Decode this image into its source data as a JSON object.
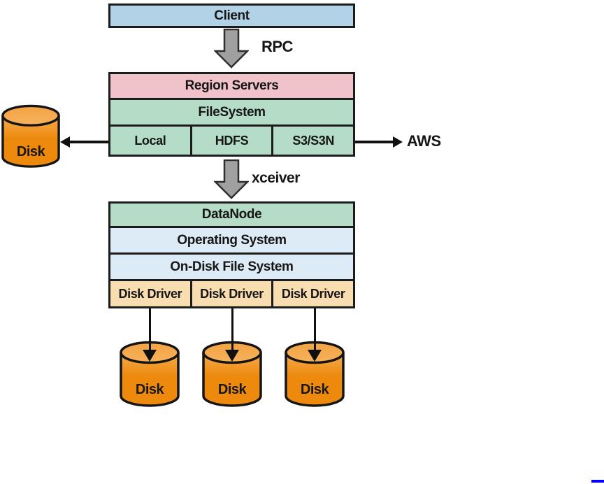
{
  "colors": {
    "client_fill": "#b2d2e8",
    "region_servers_fill": "#f0c3ca",
    "filesystem_fill": "#b5dcc6",
    "os_fill": "#dcebf5",
    "disk_driver_fill": "#f8ddb0",
    "disk_cylinder_orange": "#ee8c12",
    "block_arrow_gray": "#a0a0a0",
    "line_black": "#101010",
    "link_fragment_blue": "#0000ff"
  },
  "top_stack": {
    "client": "Client",
    "region_servers": "Region Servers",
    "filesystem": "FileSystem",
    "backends": [
      "Local",
      "HDFS",
      "S3/S3N"
    ]
  },
  "bottom_stack": {
    "datanode": "DataNode",
    "operating_system": "Operating System",
    "on_disk_file_system": "On-Disk File System",
    "disk_drivers": [
      "Disk Driver",
      "Disk Driver",
      "Disk Driver"
    ]
  },
  "arrow_labels": {
    "rpc": "RPC",
    "xceiver": "xceiver",
    "aws": "AWS"
  },
  "disks": {
    "left": "Disk",
    "bottom": [
      "Disk",
      "Disk",
      "Disk"
    ]
  }
}
